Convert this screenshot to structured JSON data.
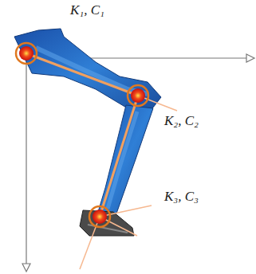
{
  "diagram": {
    "labels": [
      "K₁, C₁",
      "K₂, C₂",
      "K₃, C₃"
    ]
  }
}
